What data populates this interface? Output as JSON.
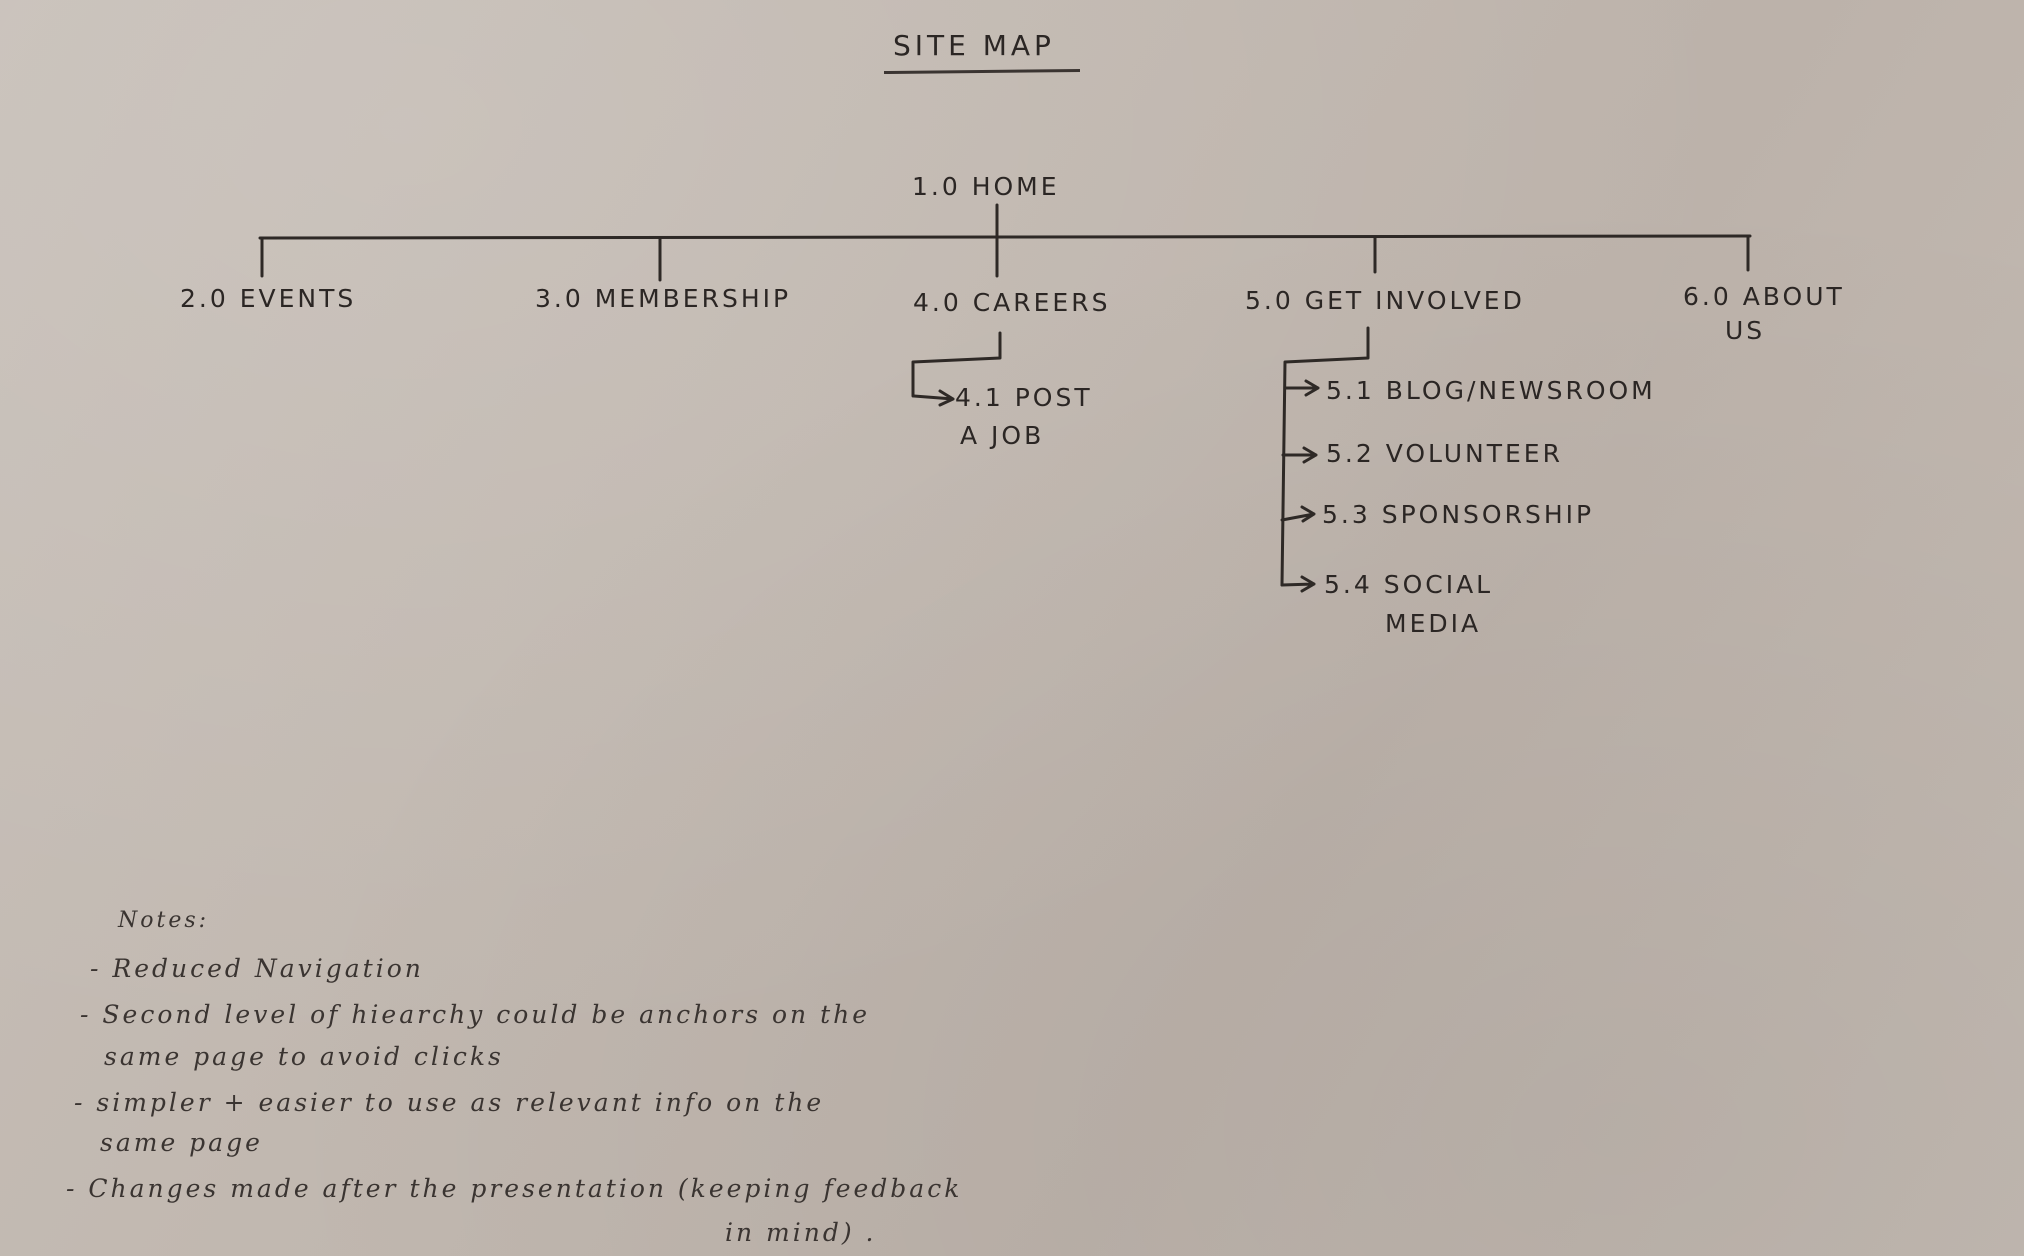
{
  "title": "SITE MAP",
  "root": {
    "label": "1.0 HOME"
  },
  "level1": [
    {
      "label": "2.0 EVENTS"
    },
    {
      "label": "3.0 MEMBERSHIP"
    },
    {
      "label": "4.0 CAREERS"
    },
    {
      "label": "5.0 GET INVOLVED"
    },
    {
      "label": "6.0 ABOUT",
      "label2": "US"
    }
  ],
  "careers_children": [
    {
      "label": "4.1 POST",
      "label2": "A JOB"
    }
  ],
  "involved_children": [
    {
      "label": "5.1 BLOG/NEWSROOM"
    },
    {
      "label": "5.2 VOLUNTEER"
    },
    {
      "label": "5.3 SPONSORSHIP"
    },
    {
      "label": "5.4 SOCIAL",
      "label2": "MEDIA"
    }
  ],
  "notes": {
    "heading": "Notes:",
    "lines": [
      "- Reduced Navigation",
      "- Second level of hiearchy could be anchors on the",
      "same page to avoid clicks",
      "- simpler + easier to use as relevant info on the",
      "same page",
      "- Changes made after the presentation (keeping feedback",
      "in mind) ."
    ]
  },
  "colors": {
    "ink": "#2b2624",
    "paper": "#c1b8b0"
  }
}
